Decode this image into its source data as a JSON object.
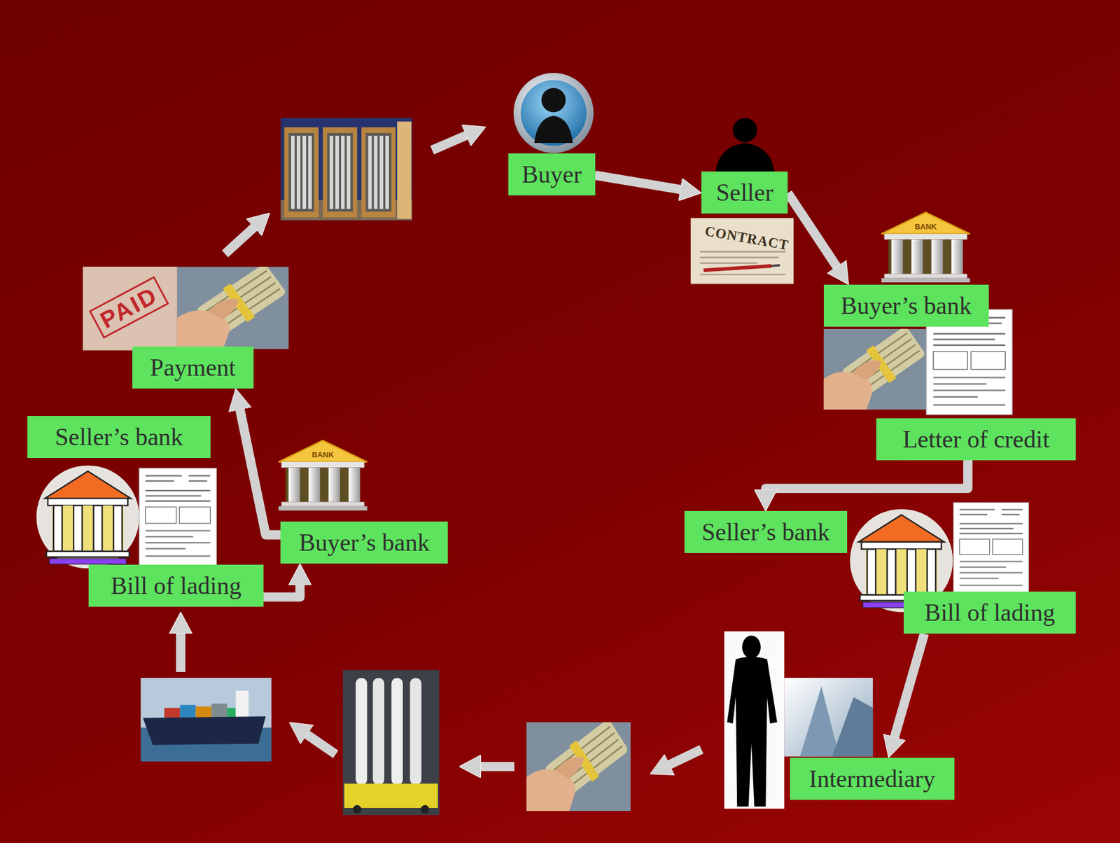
{
  "diagram": {
    "nodes": [
      {
        "text": [
          "Buyer"
        ]
      },
      {
        "text": [
          "Seller"
        ]
      },
      {
        "text": [
          "Buyer’s bank"
        ]
      },
      {
        "text": [
          "Letter of credit"
        ]
      },
      {
        "text": [
          "Seller’s bank"
        ]
      },
      {
        "text": [
          "Bill of lading"
        ]
      },
      {
        "text": [
          "Intermediary"
        ]
      },
      {
        "text": [
          "Bill of lading"
        ]
      },
      {
        "text": [
          "Seller’s bank"
        ]
      },
      {
        "text": [
          "Buyer’s bank"
        ]
      },
      {
        "text": [
          "Payment"
        ]
      }
    ],
    "edges": [
      {
        "from": 0,
        "to": 1,
        "arrow": "to"
      },
      {
        "from": 1,
        "to": 2,
        "arrow": "to"
      },
      {
        "from": 3,
        "to": 4,
        "arrow": "to"
      },
      {
        "from": 5,
        "to": 6,
        "arrow": "to"
      },
      {
        "from": 7,
        "to": 9,
        "arrow": "to"
      },
      {
        "from": 9,
        "to": 10,
        "arrow": "to"
      }
    ],
    "labels": [
      "CONTRACT",
      "BANK",
      "BANK",
      "PAID"
    ]
  }
}
